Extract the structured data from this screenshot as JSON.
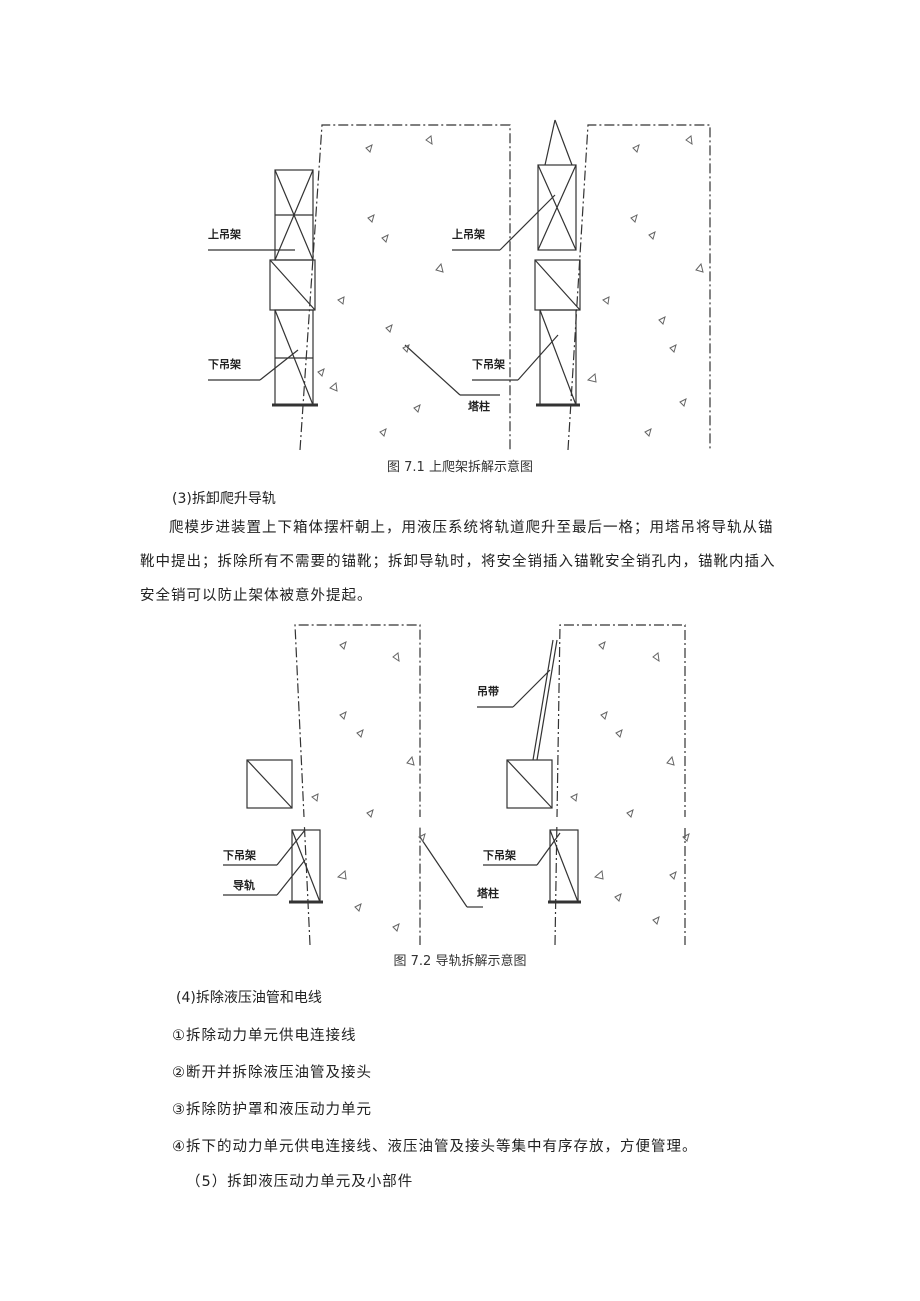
{
  "figure1": {
    "left_panel": {
      "upper_label": "上吊架",
      "lower_label": "下吊架"
    },
    "right_panel": {
      "upper_label": "上吊架",
      "lower_label": "下吊架",
      "pylon_label": "塔柱"
    },
    "caption": "图 7.1 上爬架拆解示意图"
  },
  "section3": {
    "heading": "(3)拆卸爬升导轨",
    "paragraph": "爬模步进装置上下箱体摆杆朝上，用液压系统将轨道爬升至最后一格；用塔吊将导轨从锚靴中提出；拆除所有不需要的锚靴；拆卸导轨时，将安全销插入锚靴安全销孔内，锚靴内插入安全销可以防止架体被意外提起。"
  },
  "figure2": {
    "left_panel": {
      "lower_label": "下吊架",
      "rail_label": "导轨"
    },
    "right_panel": {
      "sling_label": "吊带",
      "lower_label": "下吊架",
      "pylon_label": "塔柱"
    },
    "caption": "图 7.2 导轨拆解示意图"
  },
  "section4": {
    "heading": "(4)拆除液压油管和电线",
    "items": [
      "①拆除动力单元供电连接线",
      "②断开并拆除液压油管及接头",
      "③拆除防护罩和液压动力单元",
      "④拆下的动力单元供电连接线、液压油管及接头等集中有序存放，方便管理。"
    ]
  },
  "section5": {
    "heading": "（5）拆卸液压动力单元及小部件"
  }
}
